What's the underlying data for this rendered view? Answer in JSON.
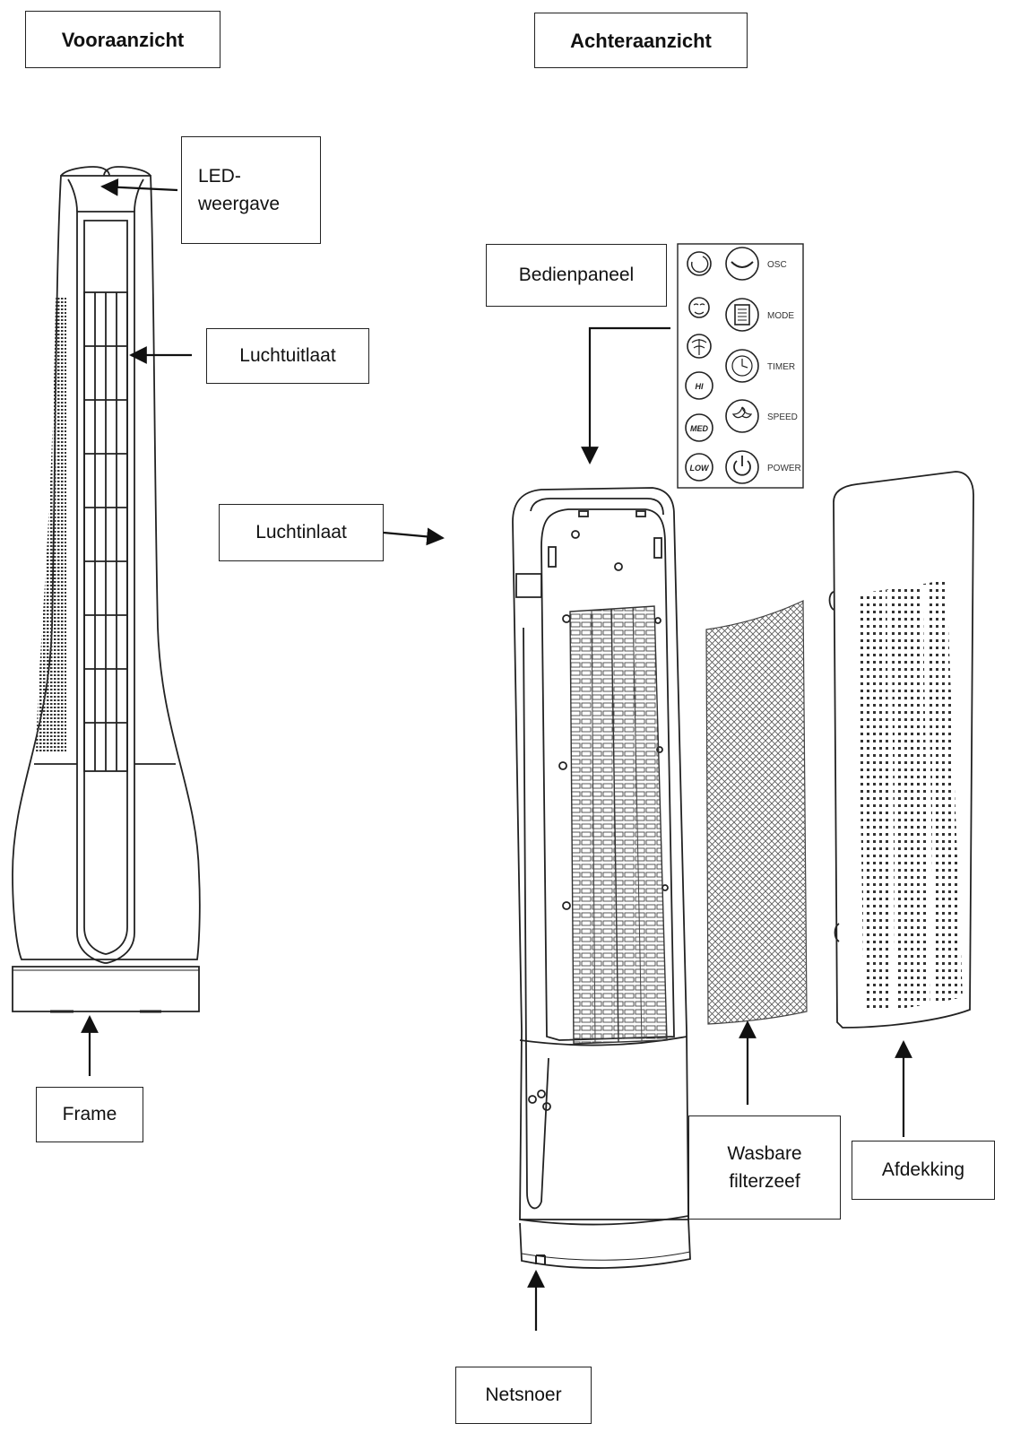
{
  "views": {
    "front_title": "Vooraanzicht",
    "back_title": "Achteraanzicht"
  },
  "labels": {
    "led_line1": "LED-",
    "led_line2": "weergave",
    "outlet": "Luchtuitlaat",
    "inlet": "Luchtinlaat",
    "frame": "Frame",
    "control_panel": "Bedienpaneel",
    "filter_line1": "Wasbare",
    "filter_line2": "filterzeef",
    "cover": "Afdekking",
    "power_cord": "Netsnoer"
  },
  "panel": {
    "right_labels": [
      "OSC",
      "MODE",
      "TIMER",
      "SPEED",
      "POWER"
    ],
    "left_buttons": [
      "HI",
      "MED",
      "LOW"
    ]
  },
  "colors": {
    "line": "#222222",
    "background": "#ffffff"
  }
}
